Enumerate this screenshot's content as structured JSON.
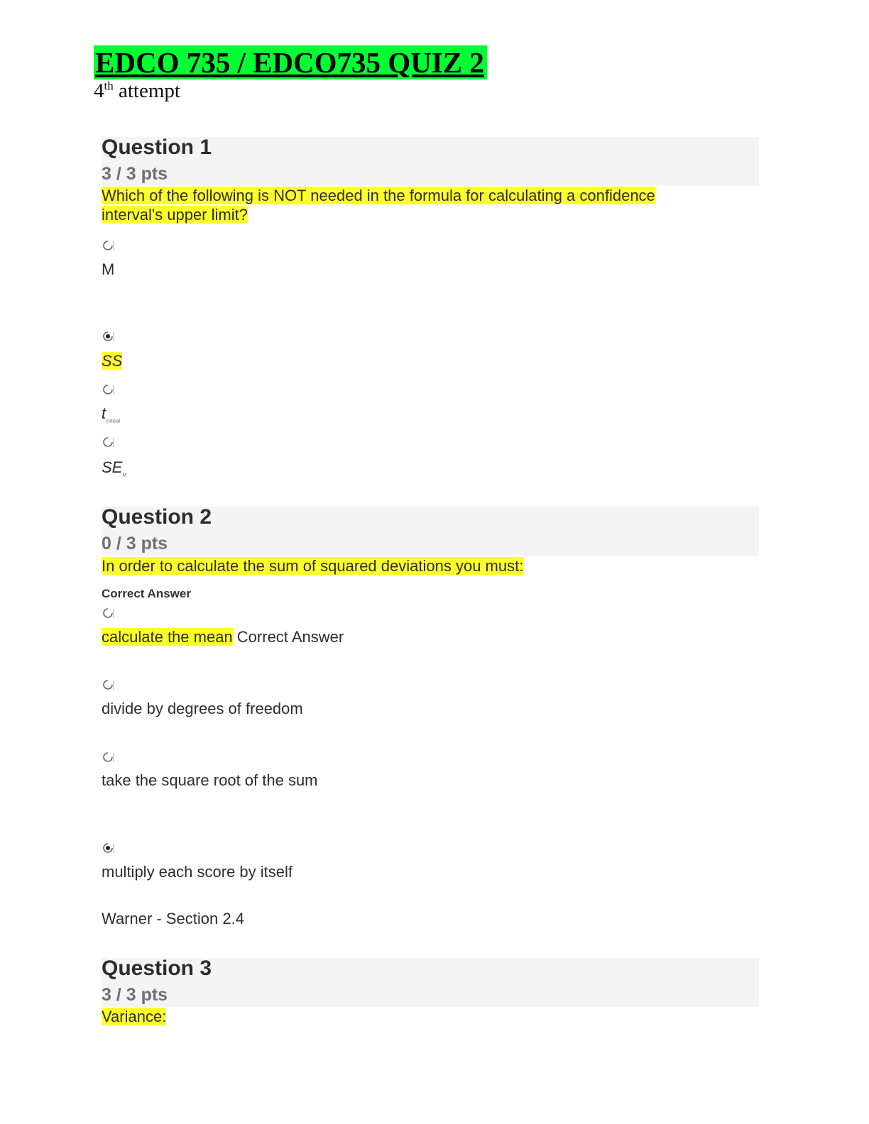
{
  "header": {
    "title": "EDCO 735 / EDCO735 QUIZ 2",
    "attempt_num": "4",
    "attempt_sup": "th",
    "attempt_word": "attempt"
  },
  "q1": {
    "title": "Question 1",
    "points": "3 / 3 pts",
    "prompt_line1": "Which of the following is NOT needed in the formula for calculating a confidence",
    "prompt_line2": "interval's upper limit?",
    "opt1": "M",
    "opt2": "SS",
    "opt3_main": "t",
    "opt3_sub": "critical",
    "opt4_main": "SE",
    "opt4_sub": "M"
  },
  "q2": {
    "title": "Question 2",
    "points": "0 / 3 pts",
    "prompt": "In order to calculate the sum of squared deviations you must:",
    "correct_label": "Correct Answer",
    "opt1": "calculate the mean",
    "opt1_suffix": "Correct Answer",
    "opt2": "divide by degrees of freedom",
    "opt3": "take the square root of the sum",
    "opt4": "multiply each score by itself",
    "reference": "Warner - Section 2.4"
  },
  "q3": {
    "title": "Question 3",
    "points": "3 / 3 pts",
    "prompt": "Variance:"
  }
}
